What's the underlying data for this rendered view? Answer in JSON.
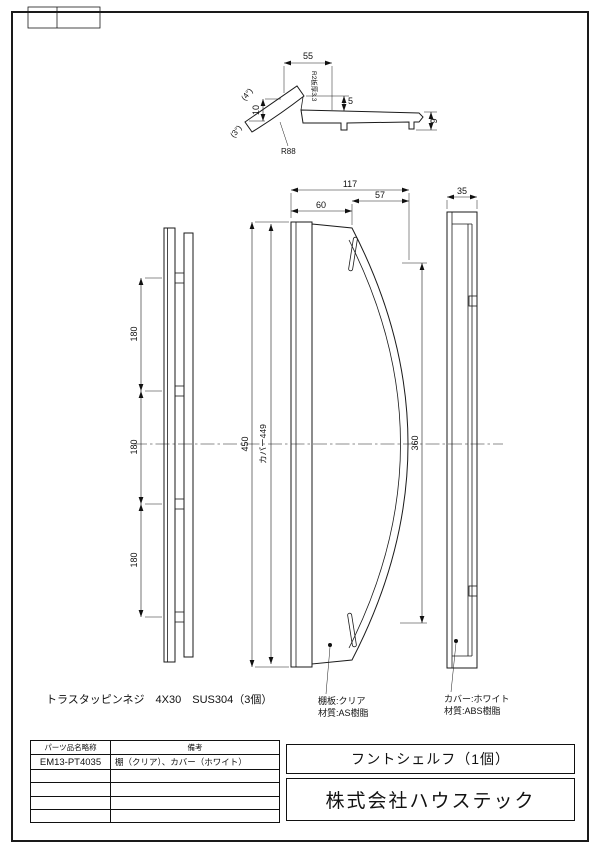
{
  "sheet": {
    "background": "#ffffff",
    "line_color": "#1a1a1a"
  },
  "detail_view": {
    "dim_width": "55",
    "note_thickness": "R2板厚3.3",
    "dim_drop": "5",
    "dim_left": "10",
    "angle_top": "(4°)",
    "angle_bottom": "(3°)",
    "radius": "R88",
    "dim_end": "9"
  },
  "left_view": {
    "pitch_1": "180",
    "pitch_2": "180",
    "pitch_3": "180"
  },
  "front_view": {
    "height": "450",
    "cover_height": "カバー449",
    "width_total": "117",
    "width_left": "60",
    "width_right": "57",
    "opening": "360"
  },
  "side_view": {
    "depth": "35"
  },
  "notes": {
    "screw": "トラスタッピンネジ　4X30　SUS304（3個）",
    "shelf_color": "棚板:クリア",
    "shelf_material": "材質:AS樹脂",
    "cover_color": "カバー:ホワイト",
    "cover_material": "材質:ABS樹脂"
  },
  "parts_table": {
    "header_name": "パーツ品名略称",
    "header_remarks": "備考",
    "part_number": "EM13-PT4035",
    "part_remarks": "棚（クリア）、カバー（ホワイト）"
  },
  "title_block": {
    "product": "フントシェルフ（1個）",
    "company": "株式会社ハウステック"
  }
}
